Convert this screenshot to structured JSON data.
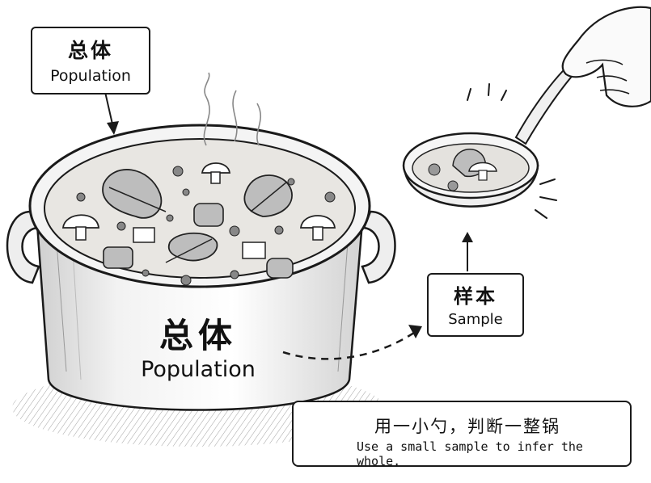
{
  "population": {
    "callout_zh": "总体",
    "callout_en": "Population",
    "pot_zh": "总体",
    "pot_en": "Population"
  },
  "sample": {
    "callout_zh": "样本",
    "callout_en": "Sample"
  },
  "note": {
    "zh": "用一小勺，判断一整锅",
    "en": "Use a small sample to infer the whole."
  },
  "icons": [
    "lightbulb-icon",
    "pot-illustration",
    "ladle-illustration",
    "hand-illustration",
    "steam-lines",
    "sparkle-lines"
  ]
}
